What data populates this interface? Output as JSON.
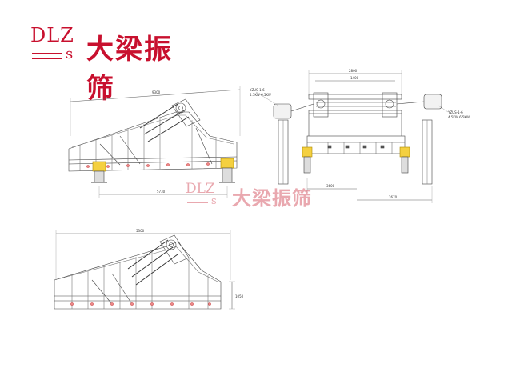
{
  "logo": {
    "latin": "DLZ",
    "sub": "s",
    "chinese": "大梁振筛",
    "color": "#c8102e"
  },
  "watermark": {
    "latin": "DLZ",
    "sub": "s",
    "chinese": "大梁振筛"
  },
  "dimensions": {
    "side_top_length": "9300",
    "side_support_span": "5730",
    "front_top_width": "2800",
    "front_inner_width": "1400",
    "front_base_left": "3600",
    "front_base_right": "2670",
    "motor_left_label": "YZUS-1-6",
    "motor_left_sub": "4.5KW 6.5KW",
    "motor_right_label": "YZUS-1-6",
    "motor_right_sub": "4.5KW 6.5KW",
    "lower_top_length": "5300",
    "lower_height": "1050"
  }
}
